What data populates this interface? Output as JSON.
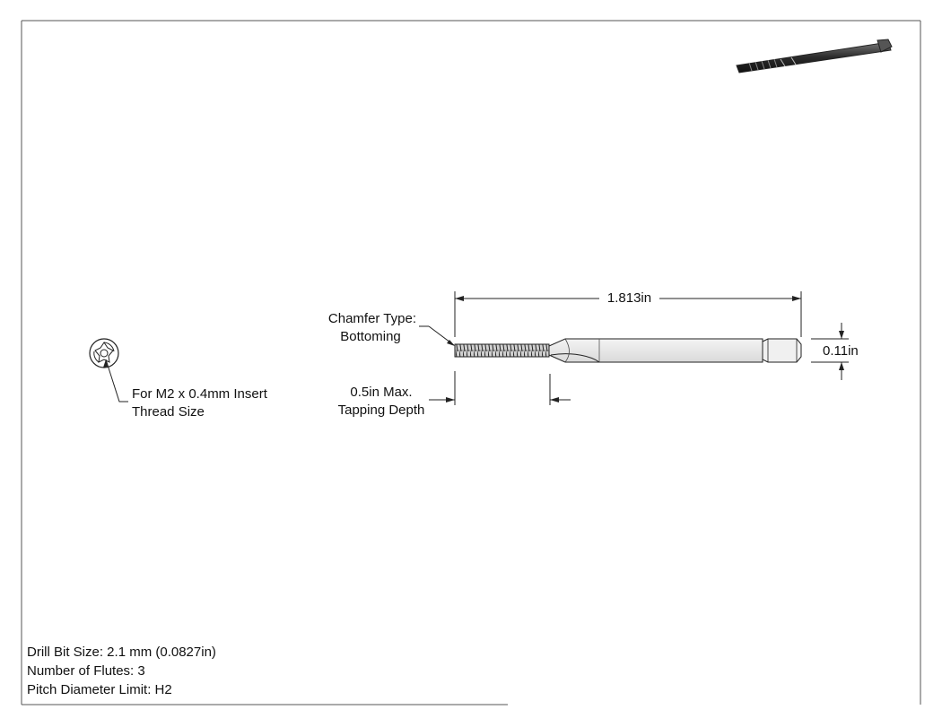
{
  "drawing": {
    "callouts": {
      "overall_length": "1.813in",
      "diameter": "0.11in",
      "chamfer_line1": "Chamfer Type:",
      "chamfer_line2": "Bottoming",
      "depth_line1": "0.5in Max.",
      "depth_line2": "Tapping Depth",
      "insert_line1": "For M2 x 0.4mm Insert",
      "insert_line2": "Thread Size"
    },
    "specs": [
      "Drill Bit Size: 2.1 mm (0.0827in)",
      "Number of Flutes: 3",
      "Pitch Diameter Limit: H2"
    ]
  }
}
